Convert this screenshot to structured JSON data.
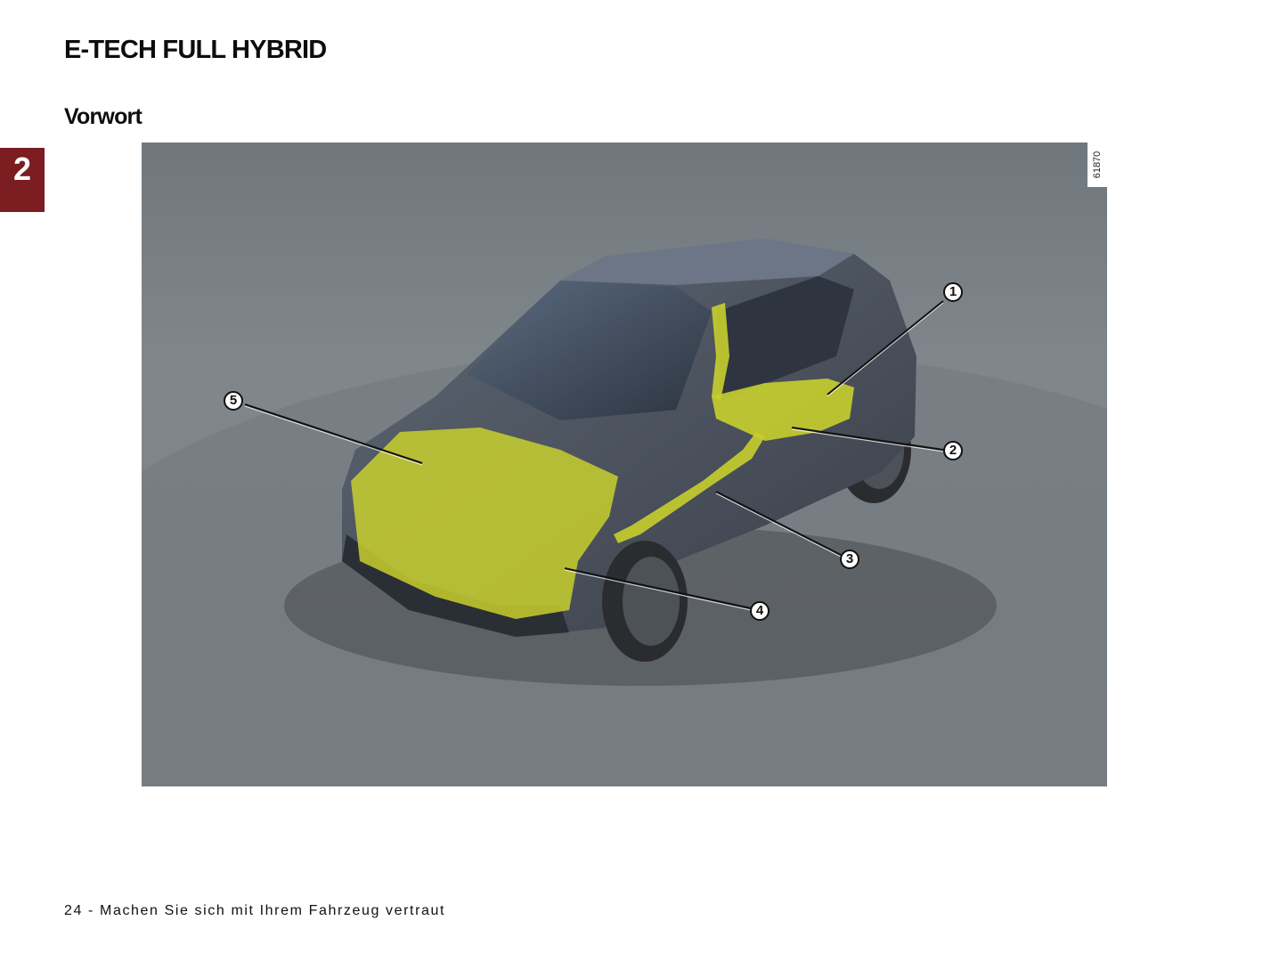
{
  "page": {
    "title": "E-TECH FULL HYBRID",
    "subtitle": "Vorwort",
    "chapter_tab": "2",
    "footer": "24 - Machen Sie sich mit Ihrem Fahrzeug vertraut"
  },
  "figure": {
    "reference_number": "61870",
    "description": "Renault E-Tech full hybrid SUV, transparent view highlighting hybrid powertrain components in yellow",
    "highlight_color": "#c8cf2e",
    "callouts": [
      {
        "label": "1"
      },
      {
        "label": "2"
      },
      {
        "label": "3"
      },
      {
        "label": "4"
      },
      {
        "label": "5"
      }
    ]
  },
  "colors": {
    "chapter_tab": "#7b1d21",
    "background_floor": "#7b8287"
  }
}
